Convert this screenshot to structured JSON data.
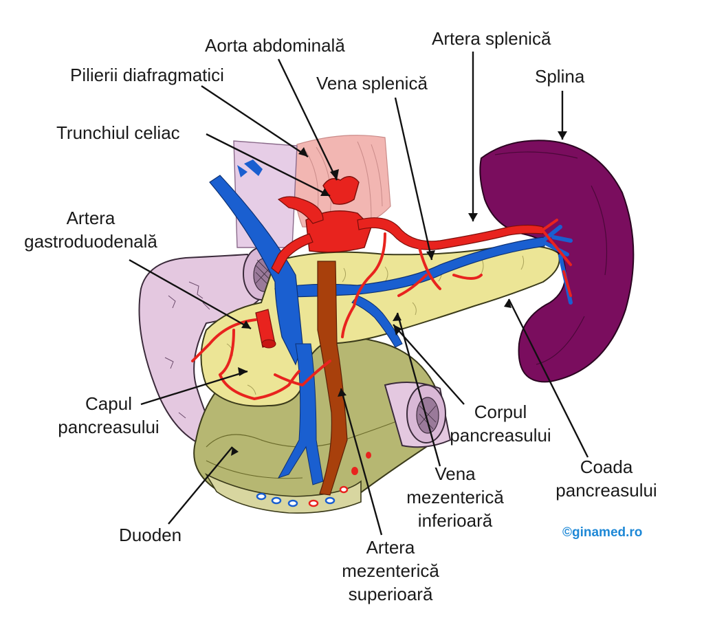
{
  "labels": {
    "aorta": "Aorta abdominală",
    "artera_splenica": "Artera splenică",
    "pilierii": "Pilierii diafragmatici",
    "vena_splenica": "Vena splenică",
    "splina": "Splina",
    "trunchiul": "Trunchiul celiac",
    "gastro_1": "Artera",
    "gastro_2": "gastroduodenală",
    "capul_1": "Capul",
    "capul_2": "pancreasului",
    "corpul_1": "Corpul",
    "corpul_2": "pancreasului",
    "coada_1": "Coada",
    "coada_2": "pancreasului",
    "vmi_1": "Vena",
    "vmi_2": "mezenterică",
    "vmi_3": "inferioară",
    "ams_1": "Artera",
    "ams_2": "mezenterică",
    "ams_3": "superioară",
    "duoden": "Duoden"
  },
  "credit": "©ginamed.ro",
  "colors": {
    "artery": "#e8231e",
    "vein": "#1a5fd0",
    "pancreas": "#ece596",
    "spleen": "#7a0d5e",
    "stomach": "#e4c8e0",
    "mesentery": "#8f9150",
    "mesenteric_artery": "#a8400c",
    "credit": "#1e88d6"
  }
}
